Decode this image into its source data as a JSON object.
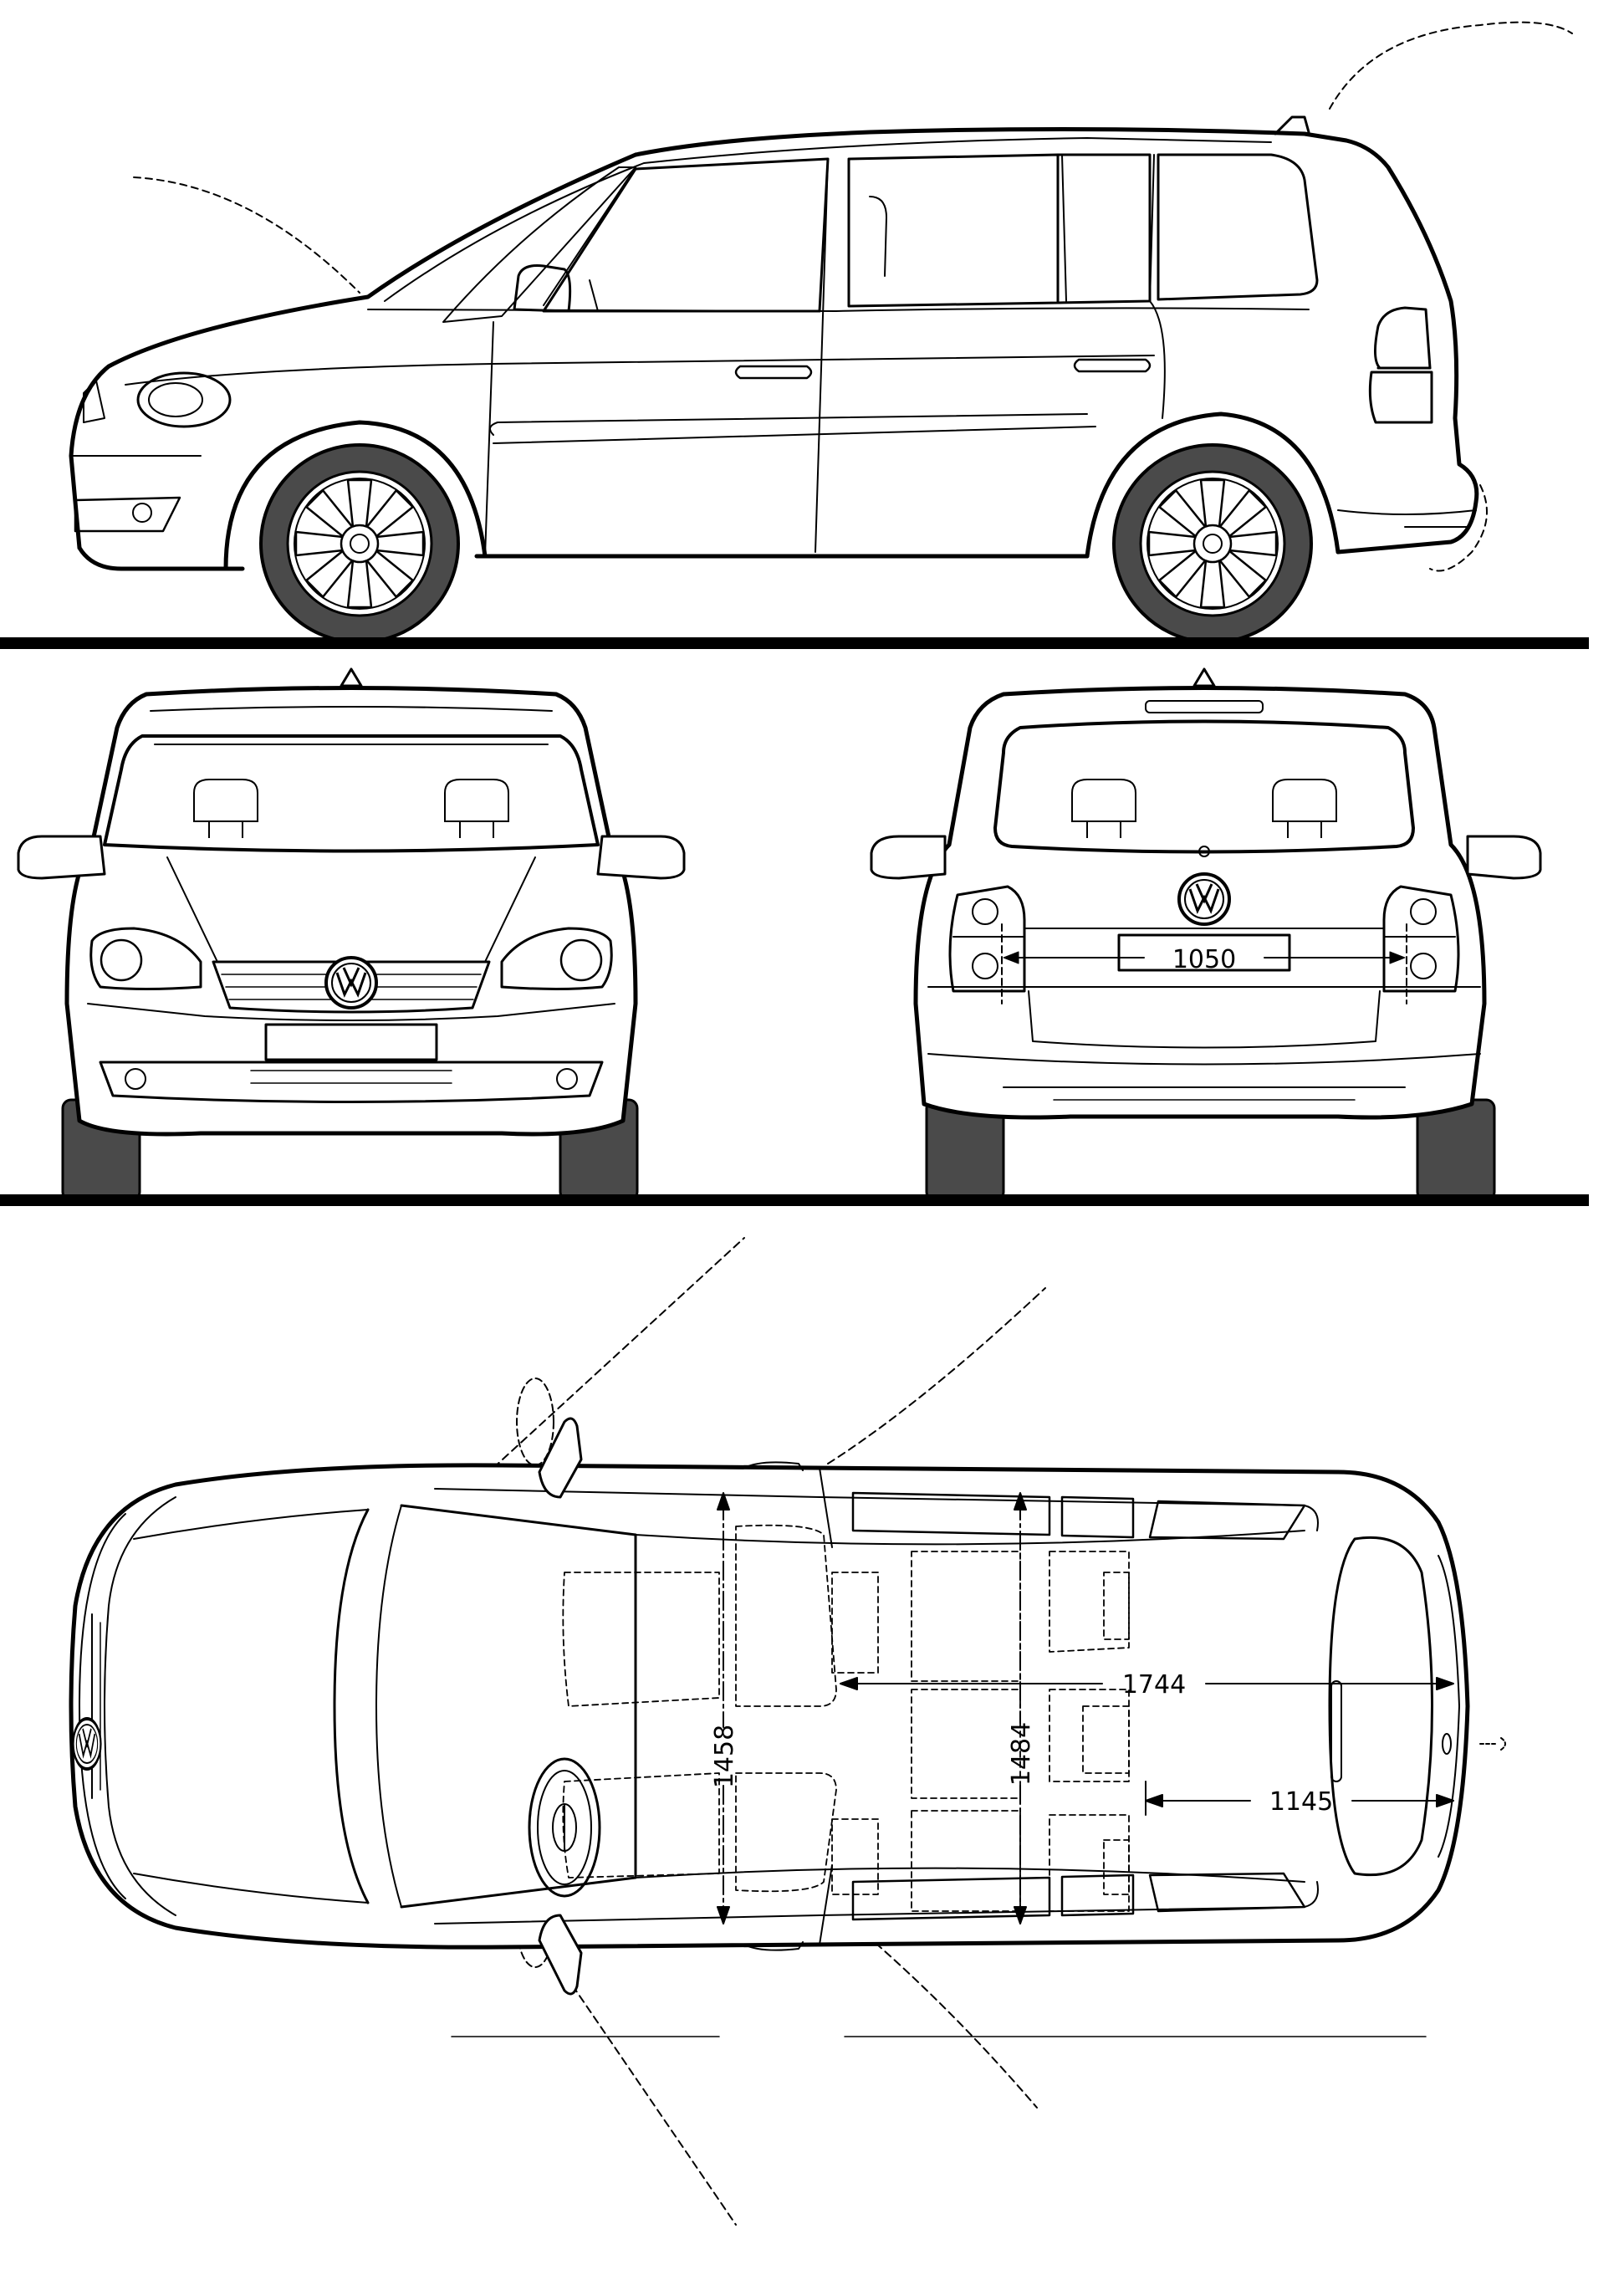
{
  "dimensions": {
    "rear_track": "1050",
    "front_track_top": "1458",
    "rear_track_top": "1484",
    "cargo_length": "1744",
    "cargo_length_short": "1145"
  },
  "colors": {
    "line": "#000000",
    "tire": "#4a4a4a",
    "background": "#ffffff"
  }
}
